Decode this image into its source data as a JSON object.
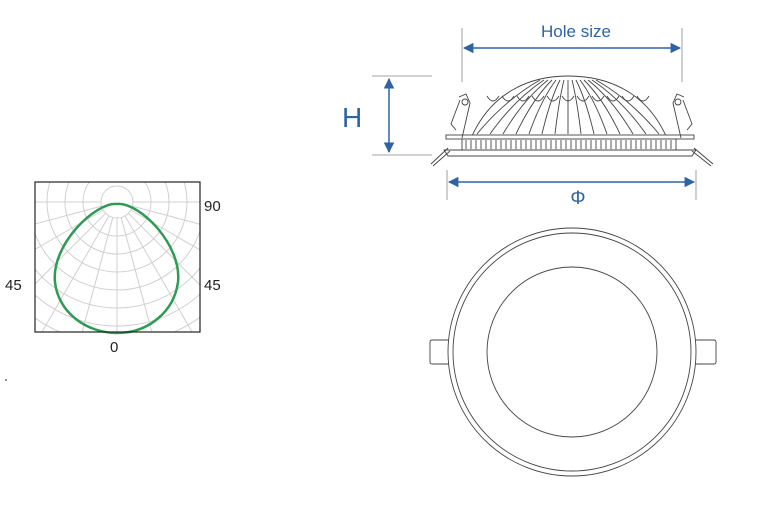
{
  "polar_chart": {
    "label_top_right": "90",
    "label_left": "45",
    "label_right": "45",
    "label_bottom": "0",
    "curve_color": "#2e9b52",
    "grid_color": "#d0d0d0"
  },
  "dimensions": {
    "hole_size_label": "Hole size",
    "height_label": "H",
    "diameter_label": "Φ",
    "dimension_color": "#2f63a5"
  }
}
